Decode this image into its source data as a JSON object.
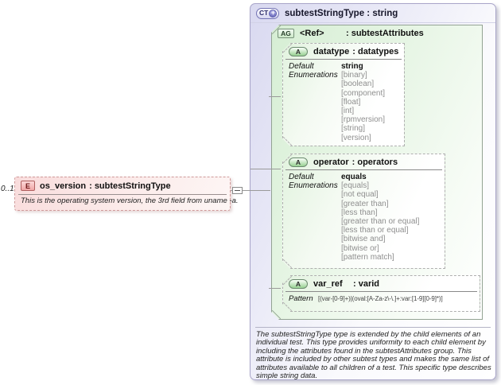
{
  "element_box": {
    "cardinality": "0..1",
    "badge": "E",
    "name": "os_version",
    "type": ": subtestStringType",
    "description": "This is the operating system version, the 3rd field from uname -a."
  },
  "complex_type": {
    "badge": "CT",
    "badge_plus": "+",
    "title": "subtestStringType : string",
    "attribute_group": {
      "badge": "AG",
      "name": "<Ref>",
      "type": ": subtestAttributes",
      "attributes": [
        {
          "badge": "A",
          "name": "datatype",
          "type": ": datatypes",
          "default_label": "Default",
          "default_value": "string",
          "enumerations_label": "Enumerations",
          "enumerations": [
            "[binary]",
            "[boolean]",
            "[component]",
            "[float]",
            "[int]",
            "[rpmversion]",
            "[string]",
            "[version]"
          ]
        },
        {
          "badge": "A",
          "name": "operator",
          "type": ": operators",
          "default_label": "Default",
          "default_value": "equals",
          "enumerations_label": "Enumerations",
          "enumerations": [
            "[equals]",
            "[not equal]",
            "[greater than]",
            "[less than]",
            "[greater than or equal]",
            "[less than or equal]",
            "[bitwise and]",
            "[bitwise or]",
            "[pattern match]"
          ]
        },
        {
          "badge": "A",
          "name": "var_ref",
          "type": ": varid",
          "pattern_label": "Pattern",
          "pattern_value": "[(var-[0-9]+)|(oval:[A-Za-z\\-\\.]+:var:[1-9][0-9]*)]"
        }
      ]
    },
    "annotation": "The subtestStringType type is extended by the child elements of an individual test.  This type provides uniformity to each child element by including the attributes found in the subtestAttributes group.  This attribute is included by other subtest types and makes the same list of attributes available to all children of a test.  This specific type describes simple string data."
  },
  "colors": {
    "lavender": "#d9d9f0",
    "green": "#d6eed4",
    "pink": "#f9dcdc",
    "connector": "#9a9a9a"
  }
}
